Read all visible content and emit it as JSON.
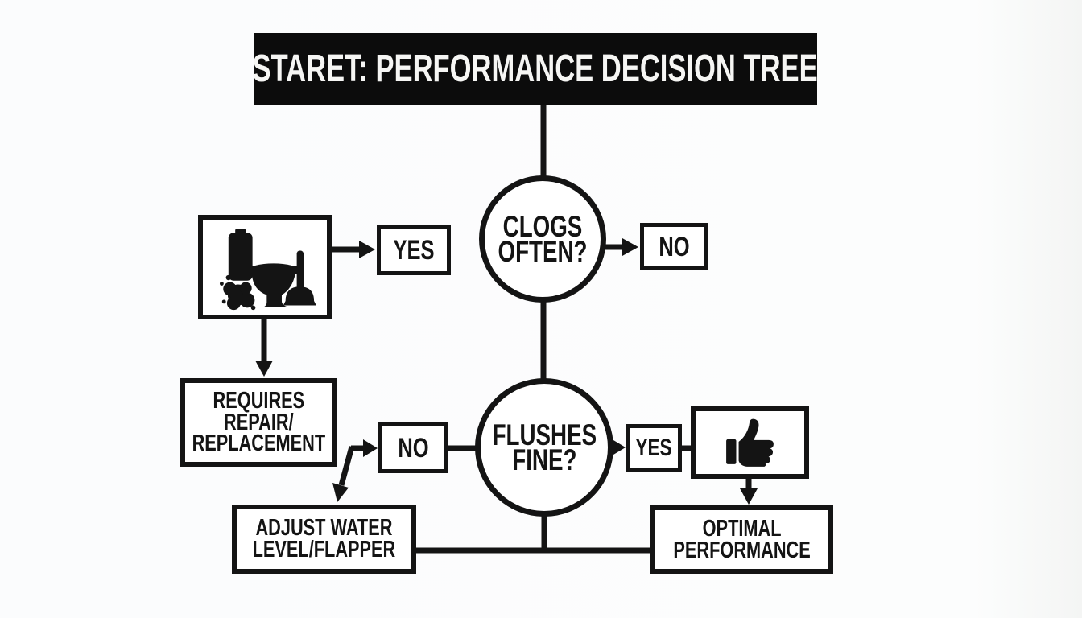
{
  "title": "STARET: PERFORMANCE DECISION TREE",
  "diagram": {
    "clogs_circle": {
      "line1": "CLOGS",
      "line2": "OFTEN?"
    },
    "clogs_yes_label": "YES",
    "clogs_no_label": "NO",
    "requires_box": {
      "line1": "REQUIRES",
      "line2": "REPAIR/",
      "line3": "REPLACEMENT"
    },
    "flushes_circle": {
      "line1": "FLUSHES",
      "line2": "FINE?"
    },
    "flushes_no_label": "NO",
    "flushes_yes_label": "YES",
    "adjust_box": {
      "line1": "ADJUST WATER",
      "line2": "LEVEL/FLAPPER"
    },
    "optimal_box": {
      "line1": "OPTIMAL",
      "line2": "PERFORMANCE"
    },
    "icons": {
      "toilet": "clogged-toilet-with-plunger-icon",
      "thumbs": "thumbs-up-icon"
    }
  },
  "colors": {
    "ink": "#141414",
    "title_bg": "#0c0c0c",
    "title_text": "#f6f6f4",
    "canvas": "#fbfcfd",
    "node_bg": "#ffffff"
  }
}
